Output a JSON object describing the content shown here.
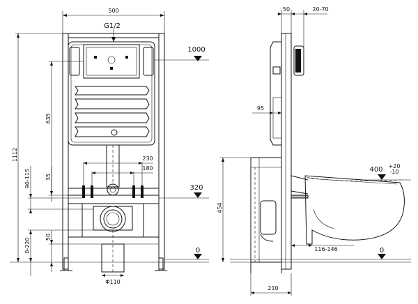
{
  "front_view": {
    "width_label": "500",
    "pipe_label": "G1/2",
    "height_label": "1112",
    "level_1000": "1000",
    "level_320": "320",
    "level_0": "0",
    "dim_635": "635",
    "dim_230": "230",
    "dim_180": "180",
    "dim_35": "35",
    "dim_90_115": "90-115",
    "dim_0_220": "0-220",
    "dim_50": "50",
    "dim_d110": "Φ110"
  },
  "side_view": {
    "dim_50": "50",
    "dim_20_70": "20-70",
    "dim_95": "95",
    "dim_454": "454",
    "dim_400": "400",
    "dim_400_tol_plus": "+20",
    "dim_400_tol_minus": "-10",
    "dim_116_146": "116-146",
    "level_0": "0",
    "dim_210": "210"
  }
}
